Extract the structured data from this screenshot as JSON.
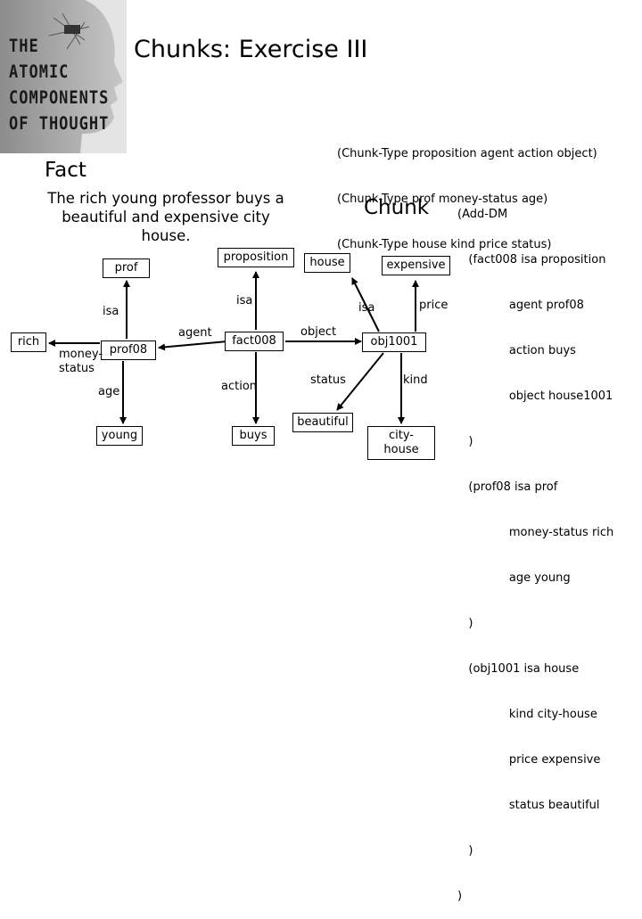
{
  "logo": {
    "lines": [
      "THE",
      "ATOMIC",
      "COMPONENTS",
      "OF THOUGHT"
    ]
  },
  "title": "Chunks: Exercise III",
  "chunk_types": [
    "(Chunk-Type proposition agent action object)",
    "(Chunk-Type prof money-status age)",
    "(Chunk-Type house kind price status)"
  ],
  "fact_heading": "Fact",
  "sentence": "The rich young professor buys a beautiful and expensive city house.",
  "chunk_heading": "Chunk",
  "nodes": {
    "prof": "prof",
    "proposition": "proposition",
    "house": "house",
    "expensive": "expensive",
    "rich": "rich",
    "prof08": "prof08",
    "fact008": "fact008",
    "obj1001": "obj1001",
    "young": "young",
    "buys": "buys",
    "beautiful": "beautiful",
    "city_house": "city-house"
  },
  "edge_labels": {
    "isa_left": "isa",
    "isa_mid": "isa",
    "isa_right": "isa",
    "price": "price",
    "agent": "agent",
    "object": "object",
    "money_status": "money-\nstatus",
    "age": "age",
    "action": "action",
    "status": "status",
    "kind": "kind"
  },
  "add_dm": [
    "(Add-DM",
    "   (fact008 isa proposition",
    "              agent prof08",
    "              action buys",
    "              object house1001",
    "   )",
    "   (prof08 isa prof",
    "              money-status rich",
    "              age young",
    "   )",
    "   (obj1001 isa house",
    "              kind city-house",
    "              price expensive",
    "              status beautiful",
    "   )",
    ")"
  ]
}
